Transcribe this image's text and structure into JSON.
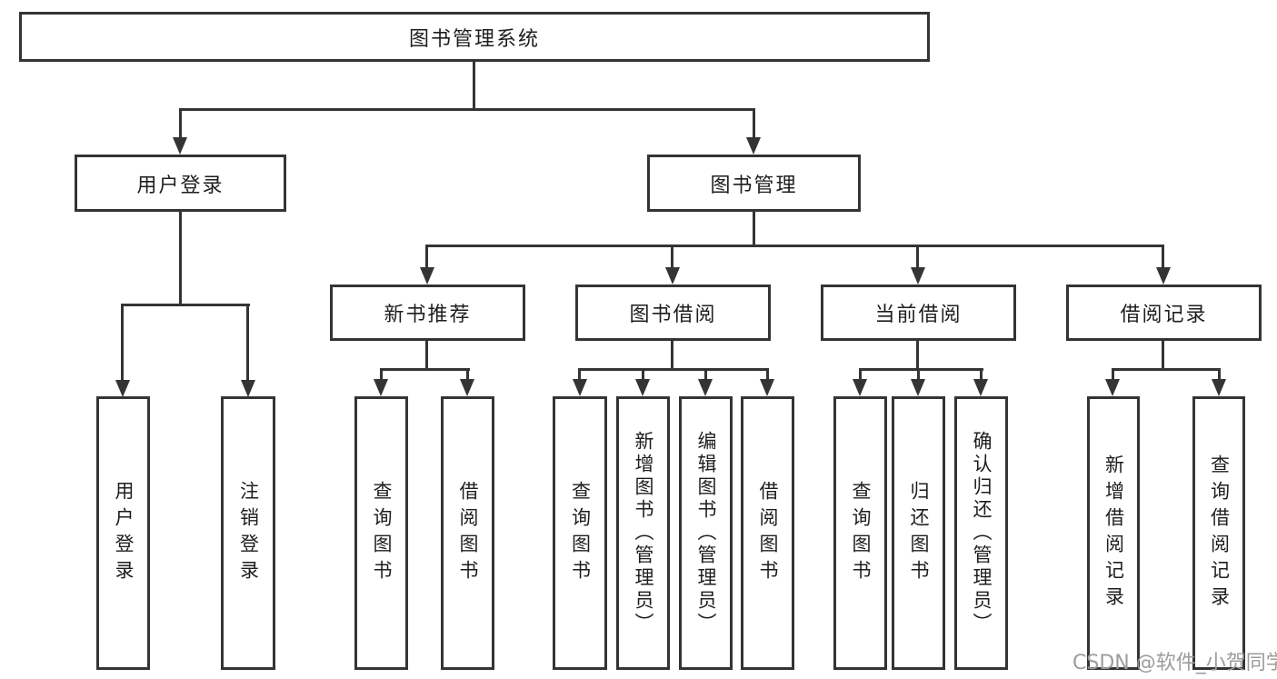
{
  "nodes": {
    "root": {
      "label": "图书管理系统"
    },
    "level2": [
      {
        "id": "user-login",
        "label": "用户登录"
      },
      {
        "id": "book-management",
        "label": "图书管理"
      }
    ],
    "level3": [
      {
        "id": "new-book-recommend",
        "label": "新书推荐",
        "parent": "book-management"
      },
      {
        "id": "book-borrow",
        "label": "图书借阅",
        "parent": "book-management"
      },
      {
        "id": "current-borrow",
        "label": "当前借阅",
        "parent": "book-management"
      },
      {
        "id": "borrow-records",
        "label": "借阅记录",
        "parent": "book-management"
      }
    ],
    "leaves": [
      {
        "parent": "user-login",
        "label": "用户登录"
      },
      {
        "parent": "user-login",
        "label": "注销登录"
      },
      {
        "parent": "new-book-recommend",
        "label": "查询图书"
      },
      {
        "parent": "new-book-recommend",
        "label": "借阅图书"
      },
      {
        "parent": "book-borrow",
        "label": "查询图书"
      },
      {
        "parent": "book-borrow",
        "label": "新增图书（管理员）"
      },
      {
        "parent": "book-borrow",
        "label": "编辑图书（管理员）"
      },
      {
        "parent": "book-borrow",
        "label": "借阅图书"
      },
      {
        "parent": "current-borrow",
        "label": "查询图书"
      },
      {
        "parent": "current-borrow",
        "label": "归还图书"
      },
      {
        "parent": "current-borrow",
        "label": "确认归还（管理员）"
      },
      {
        "parent": "borrow-records",
        "label": "新增借阅记录"
      },
      {
        "parent": "borrow-records",
        "label": "查询借阅记录"
      }
    ]
  },
  "watermark": {
    "text": "CSDN @软件_小贺同学",
    "color": "#9c9c9c"
  },
  "colors": {
    "line": "#343434",
    "text": "#1e1e1e",
    "background": "#ffffff"
  }
}
